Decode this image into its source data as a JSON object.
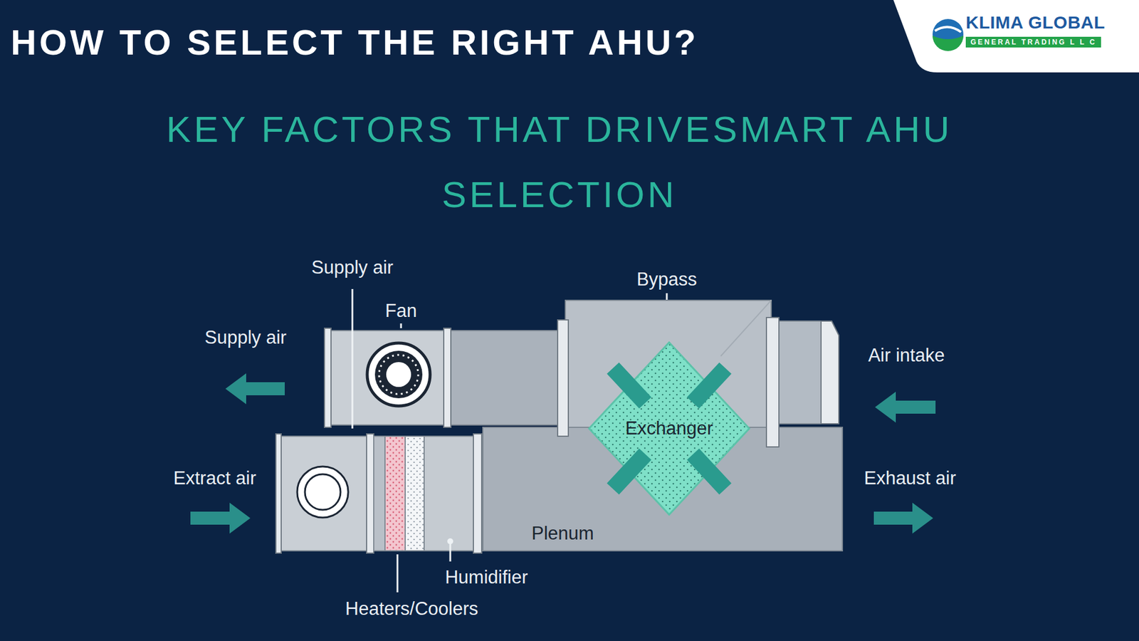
{
  "diagram": {
    "title": "HOW TO SELECT THE RIGHT AHU?",
    "nodes": [
      {
        "text": [
          "KLIMA GLOBAL",
          "GENERAL TRADING L L C"
        ]
      },
      {
        "text": [
          "Plenum"
        ]
      },
      {
        "text": [
          "Exchanger"
        ]
      }
    ],
    "labels": [
      "KEY FACTORS THAT DRIVESMART AHU SELECTION",
      "Supply air",
      "Fan",
      "Supply air",
      "Bypass",
      "Air intake",
      "Extract air",
      "Exhaust air",
      "Humidifier",
      "Heaters/Coolers"
    ]
  }
}
